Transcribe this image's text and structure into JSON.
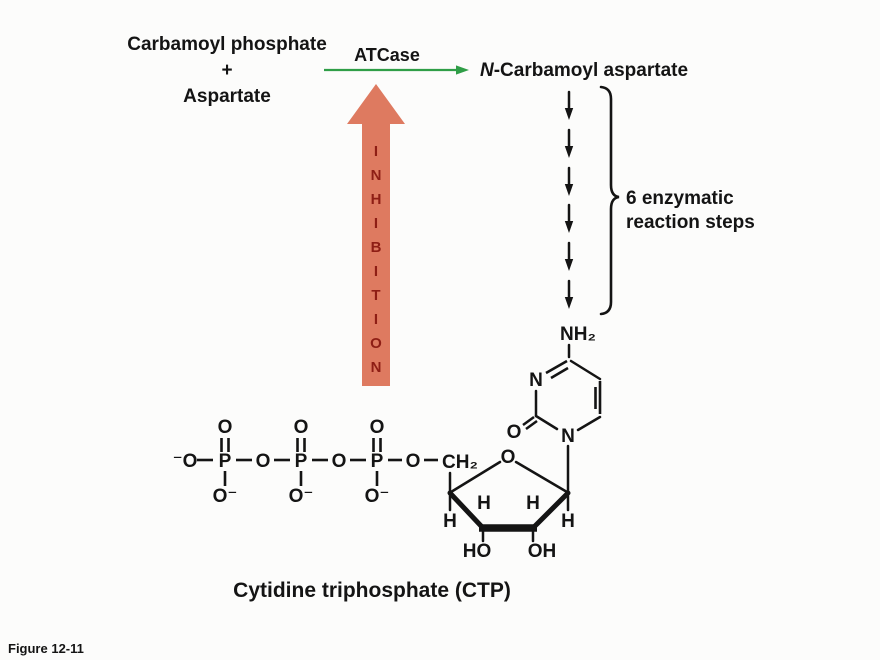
{
  "figure_label": "Figure 12-11",
  "caption": "Cytidine triphosphate (CTP)",
  "colors": {
    "enzyme_green": "#2f9e47",
    "inhibition_arrow_fill": "#de7a60",
    "inhibition_letter_color": "#8e1e15",
    "text_black": "#141414"
  },
  "reaction": {
    "substrate_line1": "Carbamoyl phosphate",
    "substrate_plus": "+",
    "substrate_line2": "Aspartate",
    "enzyme": "ATCase",
    "product_italic": "N",
    "product_rest": "-Carbamoyl aspartate"
  },
  "steps": {
    "arrow_count": 6,
    "label_line1": "6 enzymatic",
    "label_line2": "reaction steps"
  },
  "inhibition": {
    "word": "INHIBITION",
    "letters": [
      "I",
      "N",
      "H",
      "I",
      "B",
      "I",
      "T",
      "I",
      "O",
      "N"
    ]
  },
  "molecule": {
    "name": "CTP",
    "labels": {
      "o_terminal": "⁻O",
      "p": "P",
      "o": "O",
      "o_minus": "O⁻",
      "ch2": "CH₂",
      "nh2": "NH₂",
      "n": "N",
      "h": "H",
      "ho": "HO",
      "oh": "OH"
    }
  }
}
